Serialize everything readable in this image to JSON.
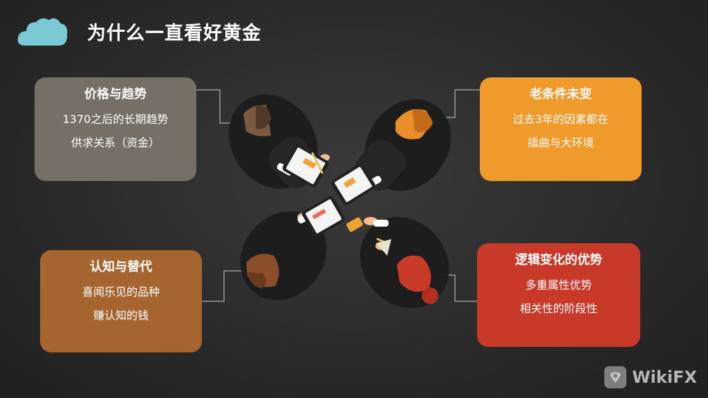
{
  "header": {
    "title": "为什么一直看好黄金",
    "icon": "cloud-icon"
  },
  "cards": {
    "top_left": {
      "heading": "价格与趋势",
      "lines": [
        "1370之后的长期趋势",
        "供求关系（资金）"
      ],
      "color": "#756f66"
    },
    "top_right": {
      "heading": "老条件未变",
      "lines": [
        "过去3年的因素都在",
        "插曲与大环境"
      ],
      "color": "#ef9a2a"
    },
    "bottom_left": {
      "heading": "认知与替代",
      "lines": [
        "喜闻乐见的品种",
        "赚认知的钱"
      ],
      "color": "#a6652f"
    },
    "bottom_right": {
      "heading": "逻辑变化的优势",
      "lines": [
        "多重属性优势",
        "相关性的阶段性"
      ],
      "color": "#c8392a"
    }
  },
  "illustration": {
    "icon": "business-people-meeting-illustration"
  },
  "watermark": {
    "text": "WikiFX",
    "icon": "wikifx-logo-icon"
  }
}
